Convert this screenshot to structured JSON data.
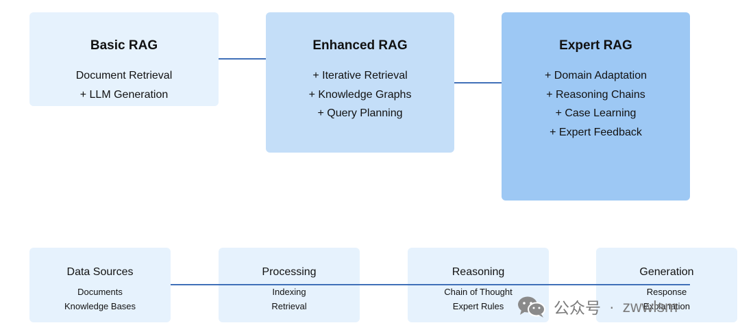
{
  "tiers": [
    {
      "title": "Basic RAG",
      "lines": [
        "Document Retrieval",
        "+ LLM Generation"
      ],
      "color": "#e6f2fd"
    },
    {
      "title": "Enhanced RAG",
      "lines": [
        "+ Iterative Retrieval",
        "+ Knowledge Graphs",
        "+ Query Planning"
      ],
      "color": "#c4def8"
    },
    {
      "title": "Expert RAG",
      "lines": [
        "+ Domain Adaptation",
        "+ Reasoning Chains",
        "+ Case Learning",
        "+ Expert Feedback"
      ],
      "color": "#9dc8f4"
    }
  ],
  "stages": [
    {
      "title": "Data Sources",
      "lines": [
        "Documents",
        "Knowledge Bases"
      ]
    },
    {
      "title": "Processing",
      "lines": [
        "Indexing",
        "Retrieval"
      ]
    },
    {
      "title": "Reasoning",
      "lines": [
        "Chain of Thought",
        "Expert Rules"
      ]
    },
    {
      "title": "Generation",
      "lines": [
        "Response",
        "Explanation"
      ]
    }
  ],
  "connector_color": "#3f6fb8",
  "watermark": {
    "icon": "wechat-icon",
    "label": "公众号",
    "separator": "·",
    "handle": "zwwlsm"
  }
}
